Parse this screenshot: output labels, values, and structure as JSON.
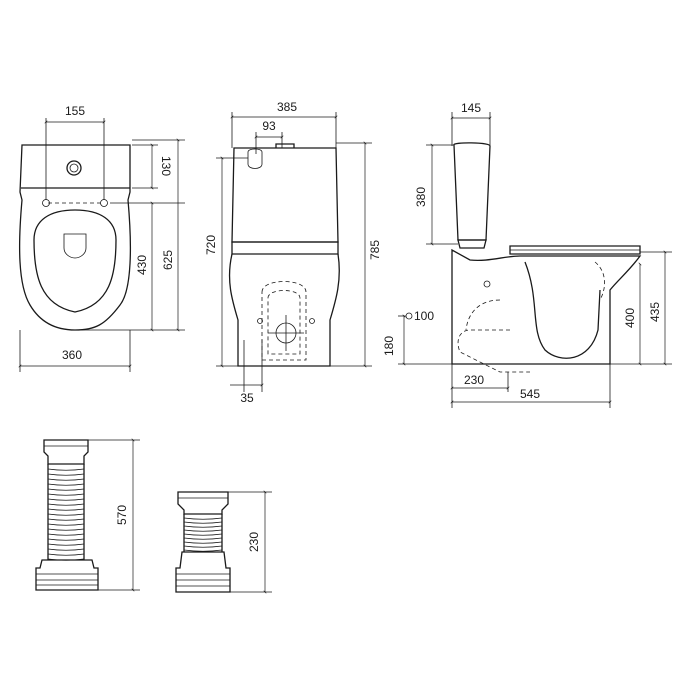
{
  "colors": {
    "line": "#1a1a1a",
    "background": "#ffffff"
  },
  "top_view": {
    "width_top": "155",
    "depth_tank": "130",
    "bowl_depth": "430",
    "total_depth": "625",
    "width": "360"
  },
  "front_view": {
    "width": "385",
    "flush_offset": "93",
    "tank_height": "720",
    "total_height": "785",
    "outlet_height": "180",
    "outlet_offset": "35"
  },
  "side_view": {
    "tank_depth": "145",
    "tank_height": "380",
    "seat_height": "400",
    "rim_height": "435",
    "inlet_height": "100",
    "outlet_distance": "230",
    "total_length": "545"
  },
  "pipe_long": {
    "length": "570"
  },
  "pipe_short": {
    "length": "230"
  }
}
